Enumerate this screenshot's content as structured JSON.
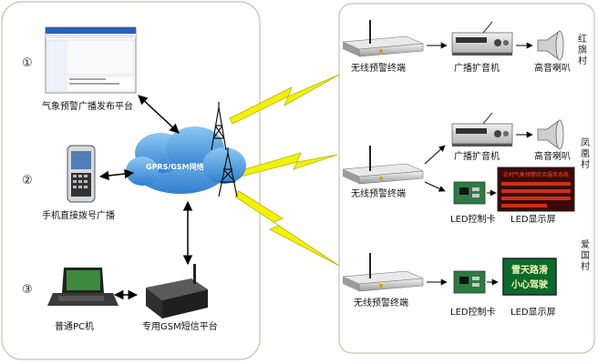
{
  "left_panel": {
    "items": [
      {
        "marker": "①",
        "label": "气象预警广播发布平台"
      },
      {
        "marker": "②",
        "label": "手机直接拨号广播"
      },
      {
        "marker": "③",
        "label": "普通PC机"
      }
    ],
    "gsm_platform_label": "专用GSM短信平台",
    "cloud_label": "GPRS/GSM网络"
  },
  "right_panel": {
    "villages": [
      {
        "name": "红旗村",
        "terminal_label": "无线预警终端",
        "amplifier_label": "广播扩音机",
        "speaker_label": "高音喇叭"
      },
      {
        "name": "凤凰村",
        "terminal_label": "无线预警终端",
        "amplifier_label": "广播扩音机",
        "speaker_label": "高音喇叭",
        "led_card_label": "LED控制卡",
        "led_screen_label": "LED显示屏",
        "led_screen_text": "农村气象预警综合服务系统"
      },
      {
        "name": "爱国村",
        "terminal_label": "无线预警终端",
        "led_card_label": "LED控制卡",
        "led_screen_label": "LED显示屏",
        "led_screen_text_1": "雪天路滑",
        "led_screen_text_2": "小心驾驶"
      }
    ]
  },
  "colors": {
    "cloud": "#3d8fd6",
    "lightning": "#f2f200",
    "panel_border": "#c9c1aa",
    "led_red_bg": "#3a0a08",
    "led_red_text": "#ff4a2a",
    "led_green_bg": "#0d6a2a",
    "led_green_text": "#f3f5b8"
  }
}
